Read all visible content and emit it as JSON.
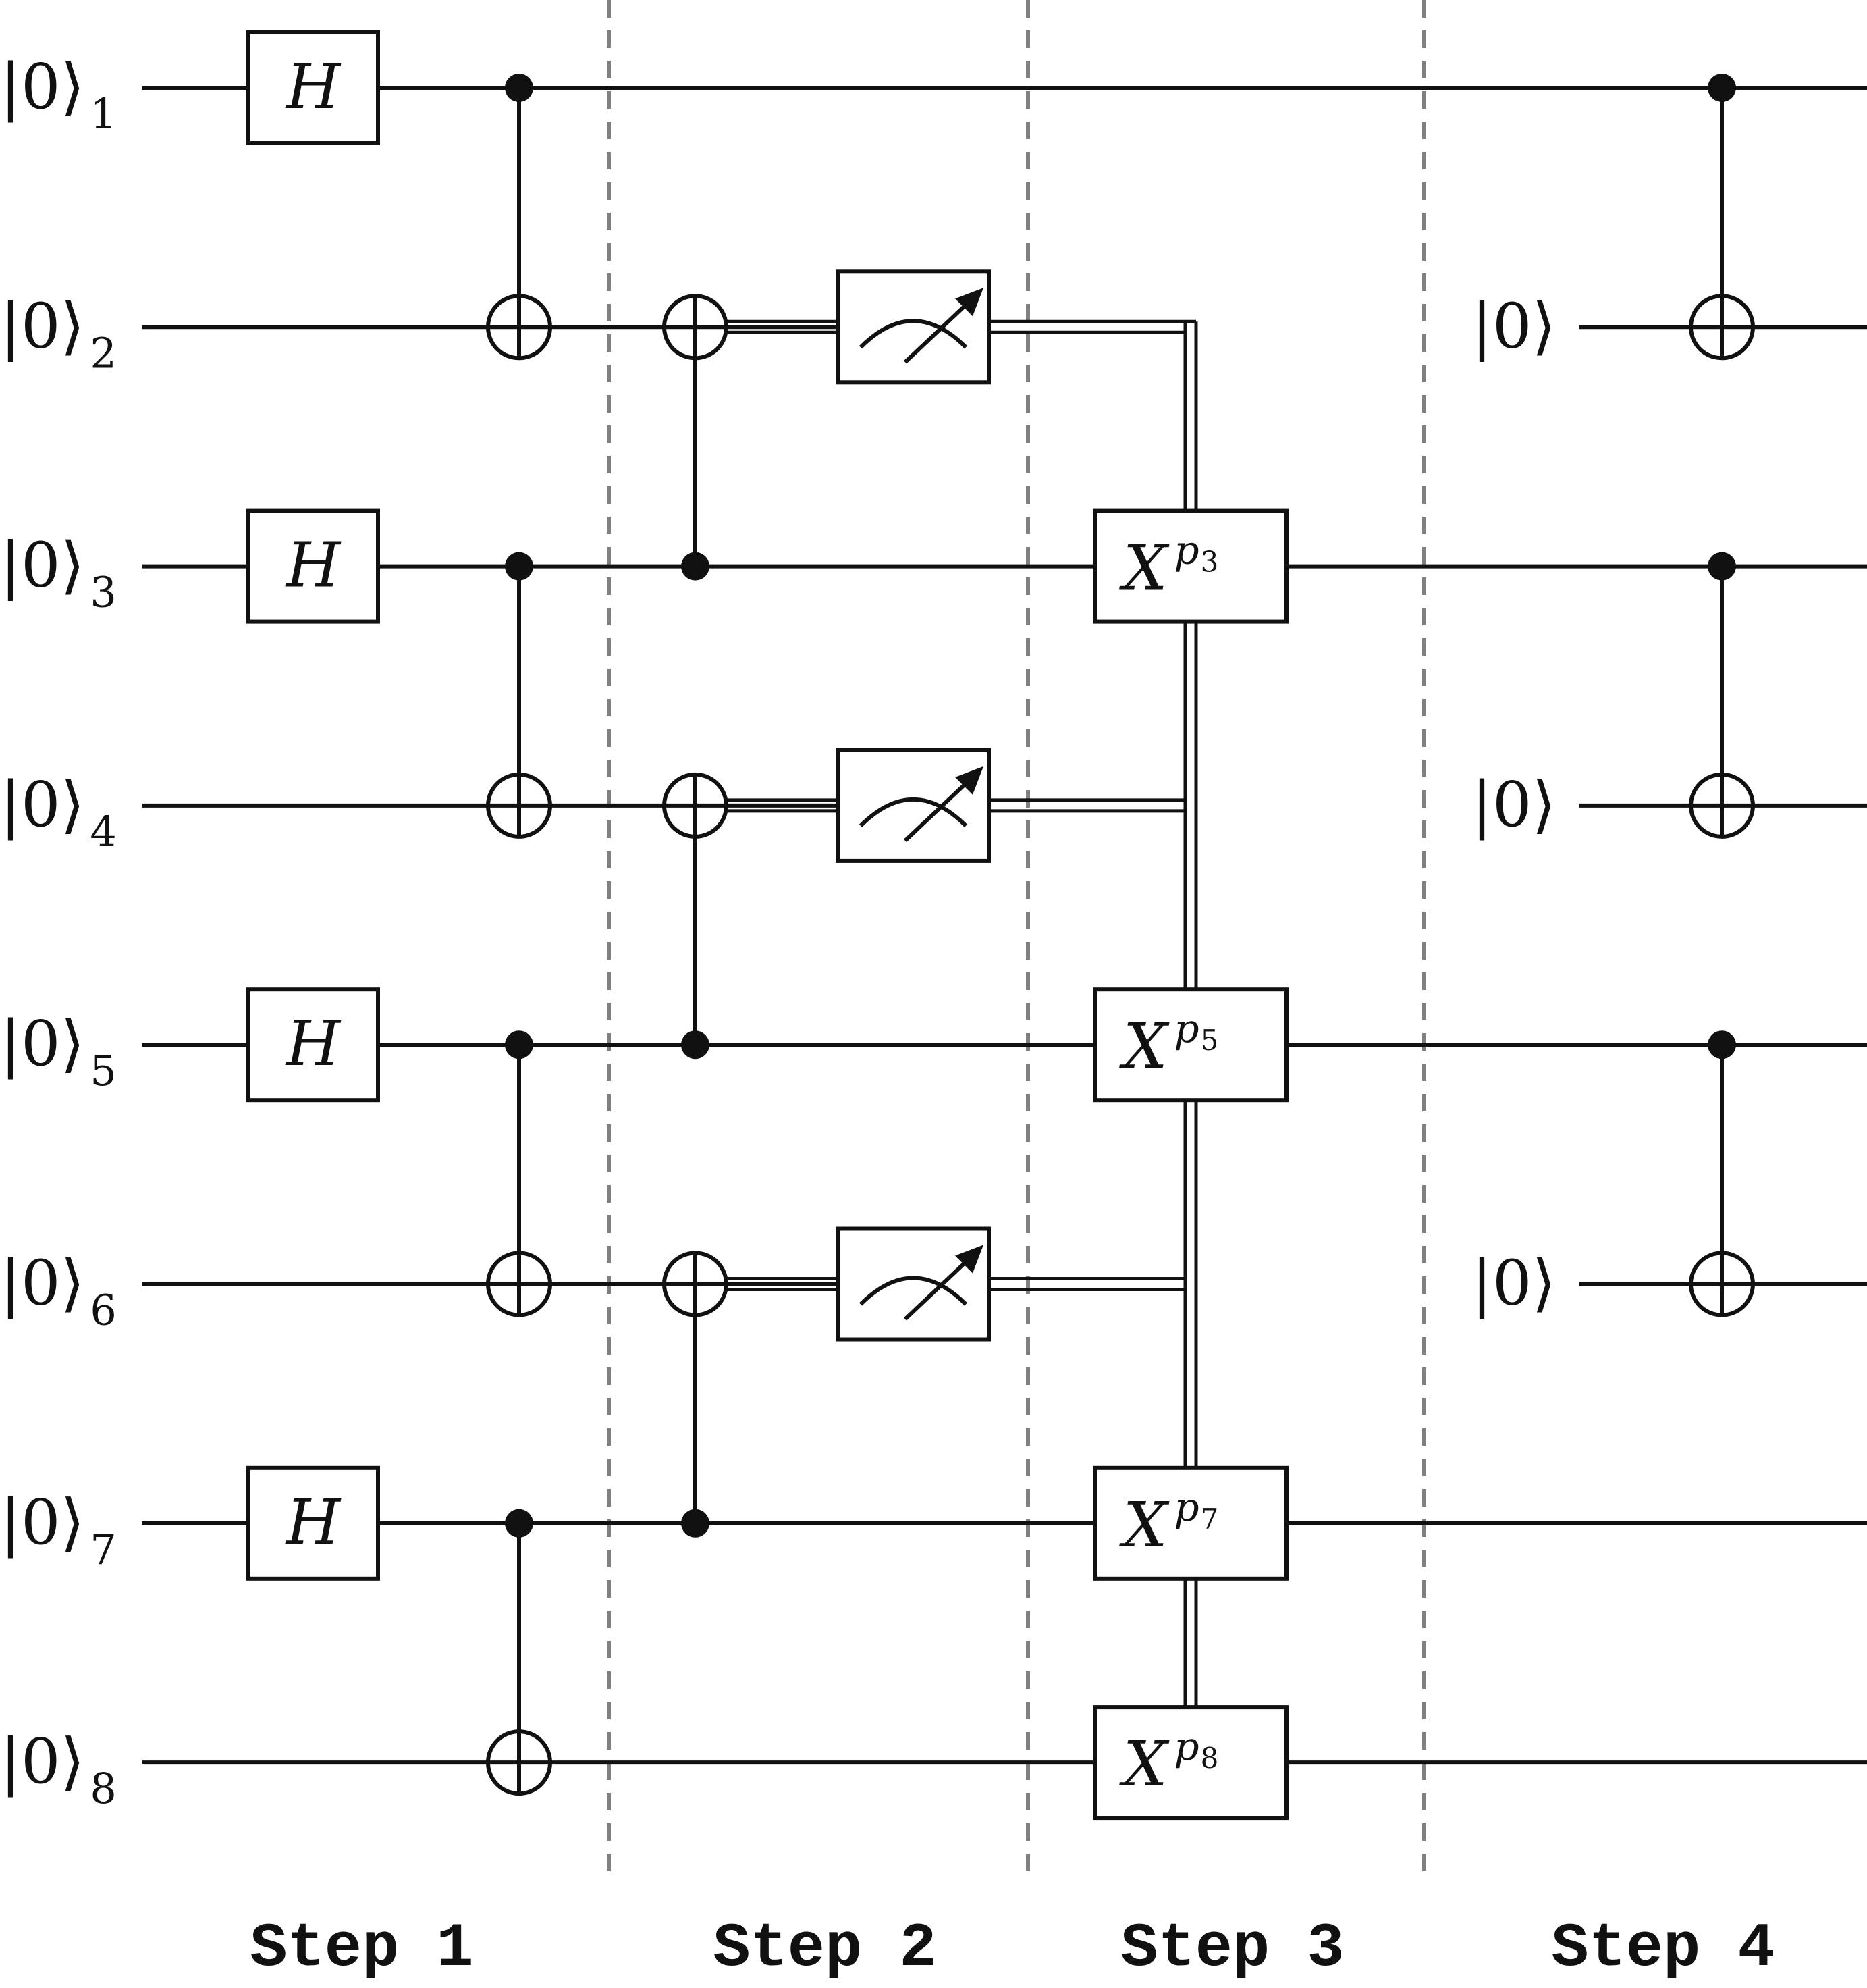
{
  "qubits": [
    {
      "ket": "|0⟩",
      "index": "1"
    },
    {
      "ket": "|0⟩",
      "index": "2"
    },
    {
      "ket": "|0⟩",
      "index": "3"
    },
    {
      "ket": "|0⟩",
      "index": "4"
    },
    {
      "ket": "|0⟩",
      "index": "5"
    },
    {
      "ket": "|0⟩",
      "index": "6"
    },
    {
      "ket": "|0⟩",
      "index": "7"
    },
    {
      "ket": "|0⟩",
      "index": "8"
    }
  ],
  "hadamard_gate": "H",
  "hadamard_on_qubits": [
    1,
    3,
    5,
    7
  ],
  "step1_cnots": [
    {
      "control": 1,
      "target": 2
    },
    {
      "control": 3,
      "target": 4
    },
    {
      "control": 5,
      "target": 6
    },
    {
      "control": 7,
      "target": 8
    }
  ],
  "step2_cnots": [
    {
      "control": 3,
      "target": 2
    },
    {
      "control": 5,
      "target": 4
    },
    {
      "control": 7,
      "target": 6
    }
  ],
  "measured_qubits": [
    2,
    4,
    6
  ],
  "correction_gates": [
    {
      "qubit": 3,
      "base": "X",
      "sup": "p",
      "sub": "3"
    },
    {
      "qubit": 5,
      "base": "X",
      "sup": "p",
      "sub": "5"
    },
    {
      "qubit": 7,
      "base": "X",
      "sup": "p",
      "sub": "7"
    },
    {
      "qubit": 8,
      "base": "X",
      "sup": "p",
      "sub": "8"
    }
  ],
  "reset_states": [
    {
      "qubit": 2,
      "ket": "|0⟩"
    },
    {
      "qubit": 4,
      "ket": "|0⟩"
    },
    {
      "qubit": 6,
      "ket": "|0⟩"
    }
  ],
  "step4_cnots": [
    {
      "control": 1,
      "target": 2
    },
    {
      "control": 3,
      "target": 4
    },
    {
      "control": 5,
      "target": 6
    }
  ],
  "steps": [
    "Step 1",
    "Step 2",
    "Step 3",
    "Step 4"
  ]
}
